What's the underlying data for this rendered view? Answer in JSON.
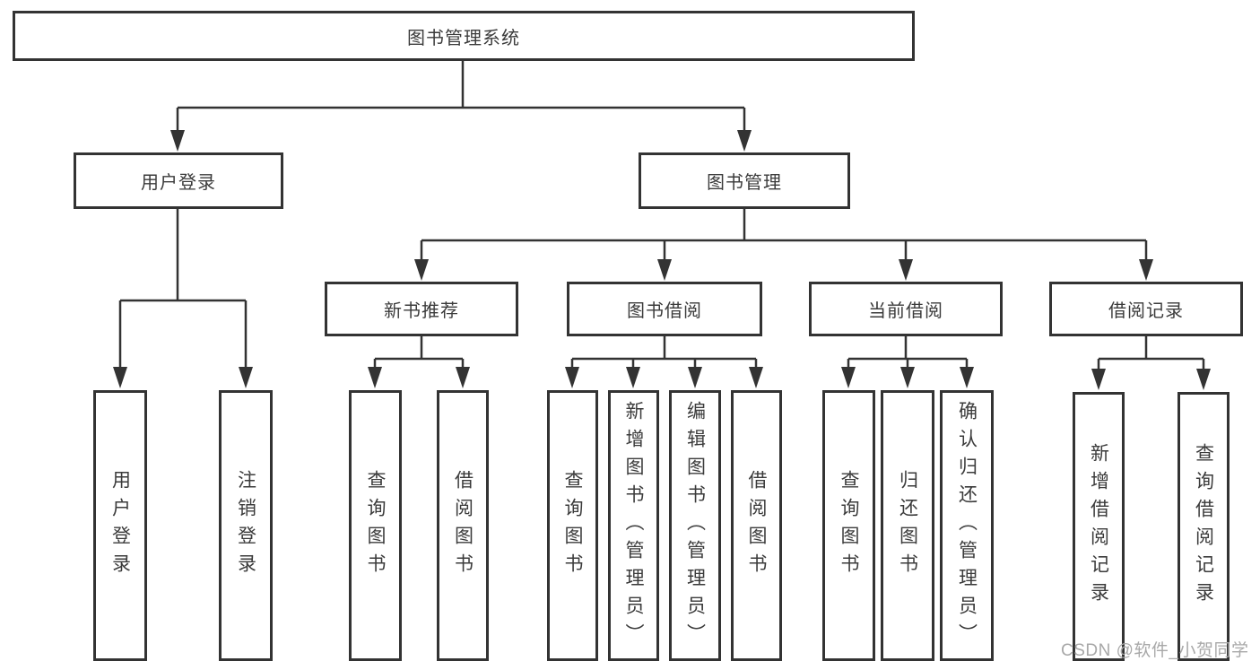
{
  "diagram": {
    "line_color": "#333333",
    "text_color": "#3b3b3b",
    "root": {
      "label": "图书管理系统"
    },
    "branches": [
      {
        "label": "用户登录",
        "children": [
          {
            "label": "用户登录"
          },
          {
            "label": "注销登录"
          }
        ]
      },
      {
        "label": "图书管理",
        "children": [
          {
            "label": "新书推荐",
            "children": [
              {
                "label": "查询图书"
              },
              {
                "label": "借阅图书"
              }
            ]
          },
          {
            "label": "图书借阅",
            "children": [
              {
                "label": "查询图书"
              },
              {
                "label": "新增图书（管理员）"
              },
              {
                "label": "编辑图书（管理员）"
              },
              {
                "label": "借阅图书"
              }
            ]
          },
          {
            "label": "当前借阅",
            "children": [
              {
                "label": "查询图书"
              },
              {
                "label": "归还图书"
              },
              {
                "label": "确认归还（管理员）"
              }
            ]
          },
          {
            "label": "借阅记录",
            "children": [
              {
                "label": "新增借阅记录"
              },
              {
                "label": "查询借阅记录"
              }
            ]
          }
        ]
      }
    ]
  },
  "watermark": {
    "text": "CSDN @软件_小贺同学",
    "color": "#a8a8a8"
  }
}
